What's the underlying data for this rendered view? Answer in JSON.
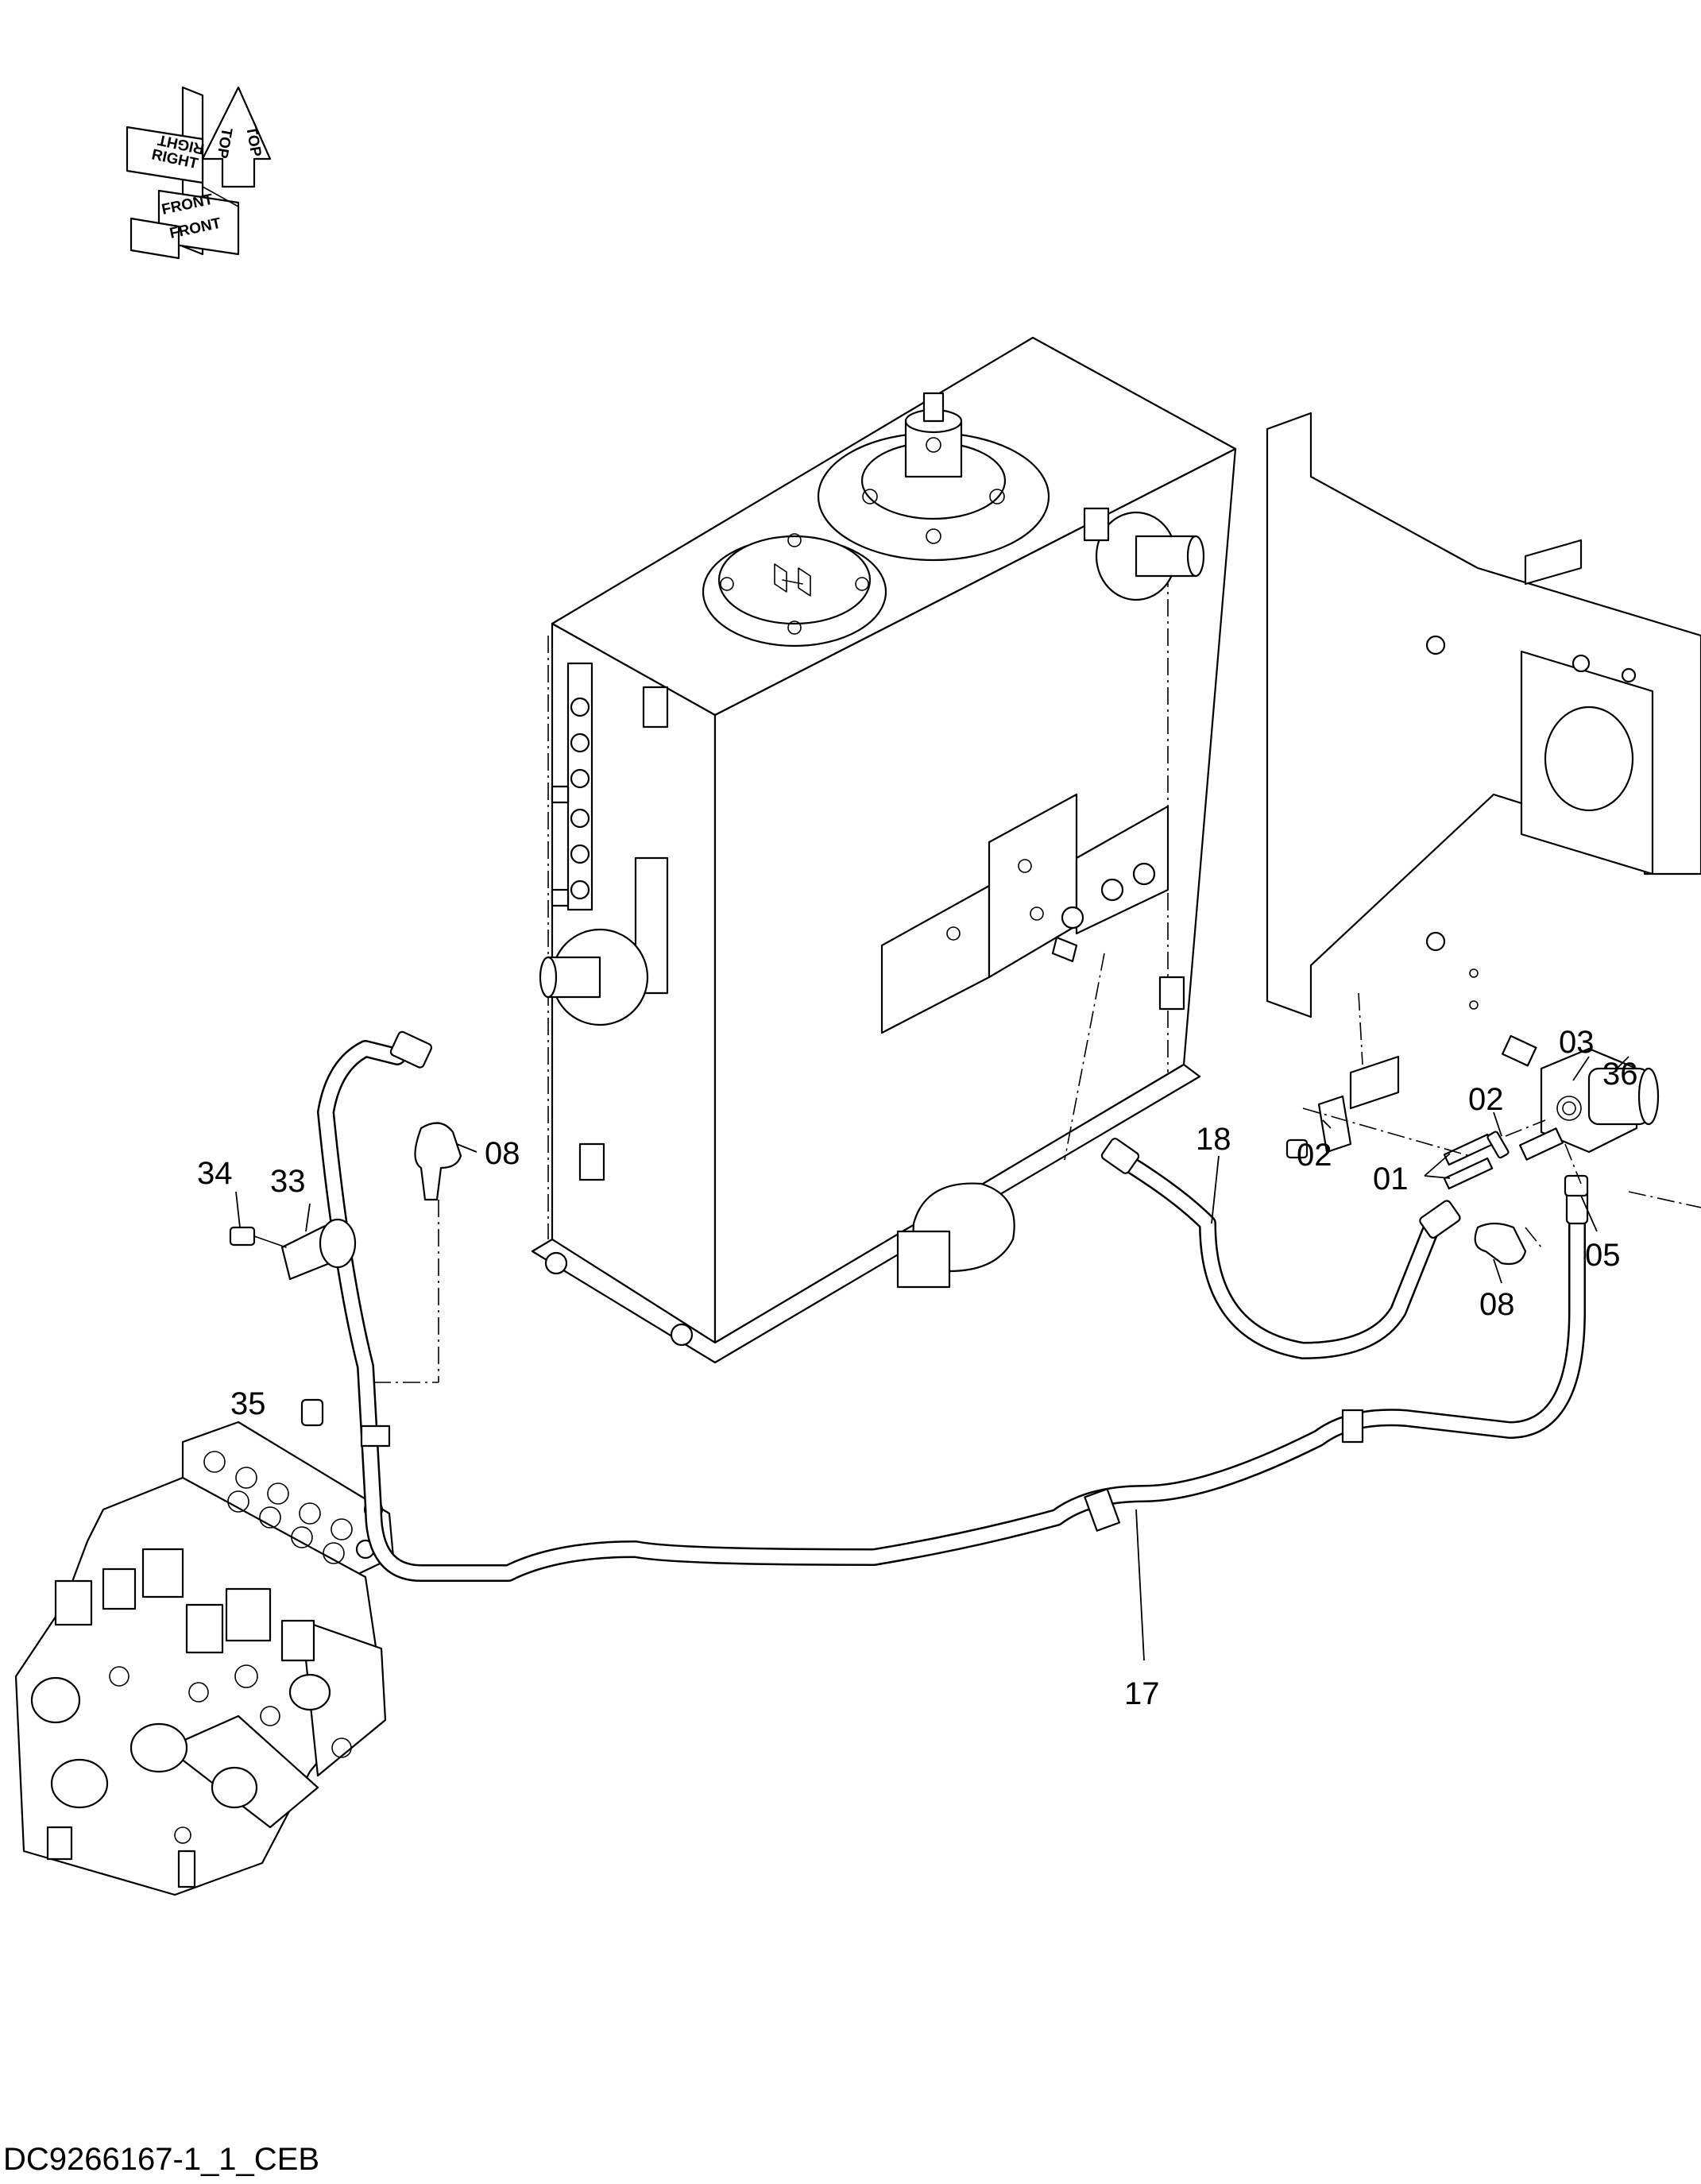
{
  "drawing_code": "DC9266167-1_1_CEB",
  "orientation": {
    "top": "TOP",
    "right": "RIGHT",
    "front": "FRONT"
  },
  "callouts": {
    "c01": "01",
    "c02a": "02",
    "c02b": "02",
    "c03": "03",
    "c05": "05",
    "c08a": "08",
    "c08b": "08",
    "c17": "17",
    "c18": "18",
    "c33": "33",
    "c34": "34",
    "c35": "35",
    "c36": "36"
  }
}
